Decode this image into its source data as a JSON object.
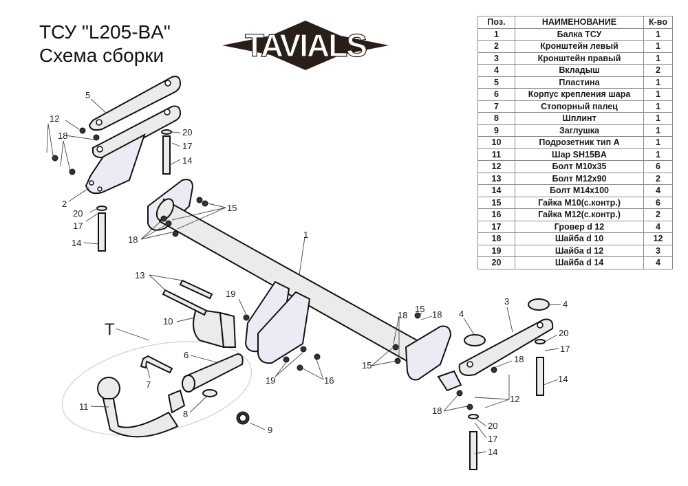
{
  "header": {
    "title_line1": "ТСУ  \"L205-BA\"",
    "title_line2": "Схема сборки",
    "logo_text": "TAVIALS"
  },
  "table": {
    "headers": [
      "Поз.",
      "НАИМЕНОВАНИЕ",
      "К-во"
    ],
    "rows": [
      {
        "pos": "1",
        "name": "Балка ТСУ",
        "qty": "1"
      },
      {
        "pos": "2",
        "name": "Кронштейн левый",
        "qty": "1"
      },
      {
        "pos": "3",
        "name": "Кронштейн правый",
        "qty": "1"
      },
      {
        "pos": "4",
        "name": "Вкладыш",
        "qty": "2"
      },
      {
        "pos": "5",
        "name": "Пластина",
        "qty": "1"
      },
      {
        "pos": "6",
        "name": "Корпус крепления шара",
        "qty": "1"
      },
      {
        "pos": "7",
        "name": "Стопорный палец",
        "qty": "1"
      },
      {
        "pos": "8",
        "name": "Шплинт",
        "qty": "1"
      },
      {
        "pos": "9",
        "name": "Заглушка",
        "qty": "1"
      },
      {
        "pos": "10",
        "name": "Подрозетник тип А",
        "qty": "1"
      },
      {
        "pos": "11",
        "name": "Шар SH15BA",
        "qty": "1"
      },
      {
        "pos": "12",
        "name": "Болт М10х35",
        "qty": "6"
      },
      {
        "pos": "13",
        "name": "Болт М12х90",
        "qty": "2"
      },
      {
        "pos": "14",
        "name": "Болт М14х100",
        "qty": "4"
      },
      {
        "pos": "15",
        "name": "Гайка М10(с.контр.)",
        "qty": "6"
      },
      {
        "pos": "16",
        "name": "Гайка М12(с.контр.)",
        "qty": "2"
      },
      {
        "pos": "17",
        "name": "Гровер d 12",
        "qty": "4"
      },
      {
        "pos": "18",
        "name": "Шайба d 10",
        "qty": "12"
      },
      {
        "pos": "19",
        "name": "Шайба d 12",
        "qty": "3"
      },
      {
        "pos": "20",
        "name": "Шайба d 14",
        "qty": "4"
      }
    ]
  },
  "diagram": {
    "group_label": "T",
    "callouts": {
      "c1": "1",
      "c2": "2",
      "c3": "3",
      "c4a": "4",
      "c4b": "4",
      "c5": "5",
      "c6": "6",
      "c7": "7",
      "c8": "8",
      "c9": "9",
      "c10": "10",
      "c11": "11",
      "c12a": "12",
      "c12b": "12",
      "c13": "13",
      "c14a": "14",
      "c14b": "14",
      "c14c": "14",
      "c14d": "14",
      "c15a": "15",
      "c15b": "15",
      "c15c": "15",
      "c16": "16",
      "c17a": "17",
      "c17b": "17",
      "c17c": "17",
      "c17d": "17",
      "c18a": "18",
      "c18b": "18",
      "c18c": "18",
      "c18d": "18",
      "c18e": "18",
      "c18f": "18",
      "c19a": "19",
      "c19b": "19",
      "c20a": "20",
      "c20b": "20",
      "c20c": "20",
      "c20d": "20"
    }
  },
  "colors": {
    "steel": "#eceaea",
    "bracket": "#ecebf5",
    "outline": "#111111",
    "logo_dark": "#2a1e18"
  }
}
